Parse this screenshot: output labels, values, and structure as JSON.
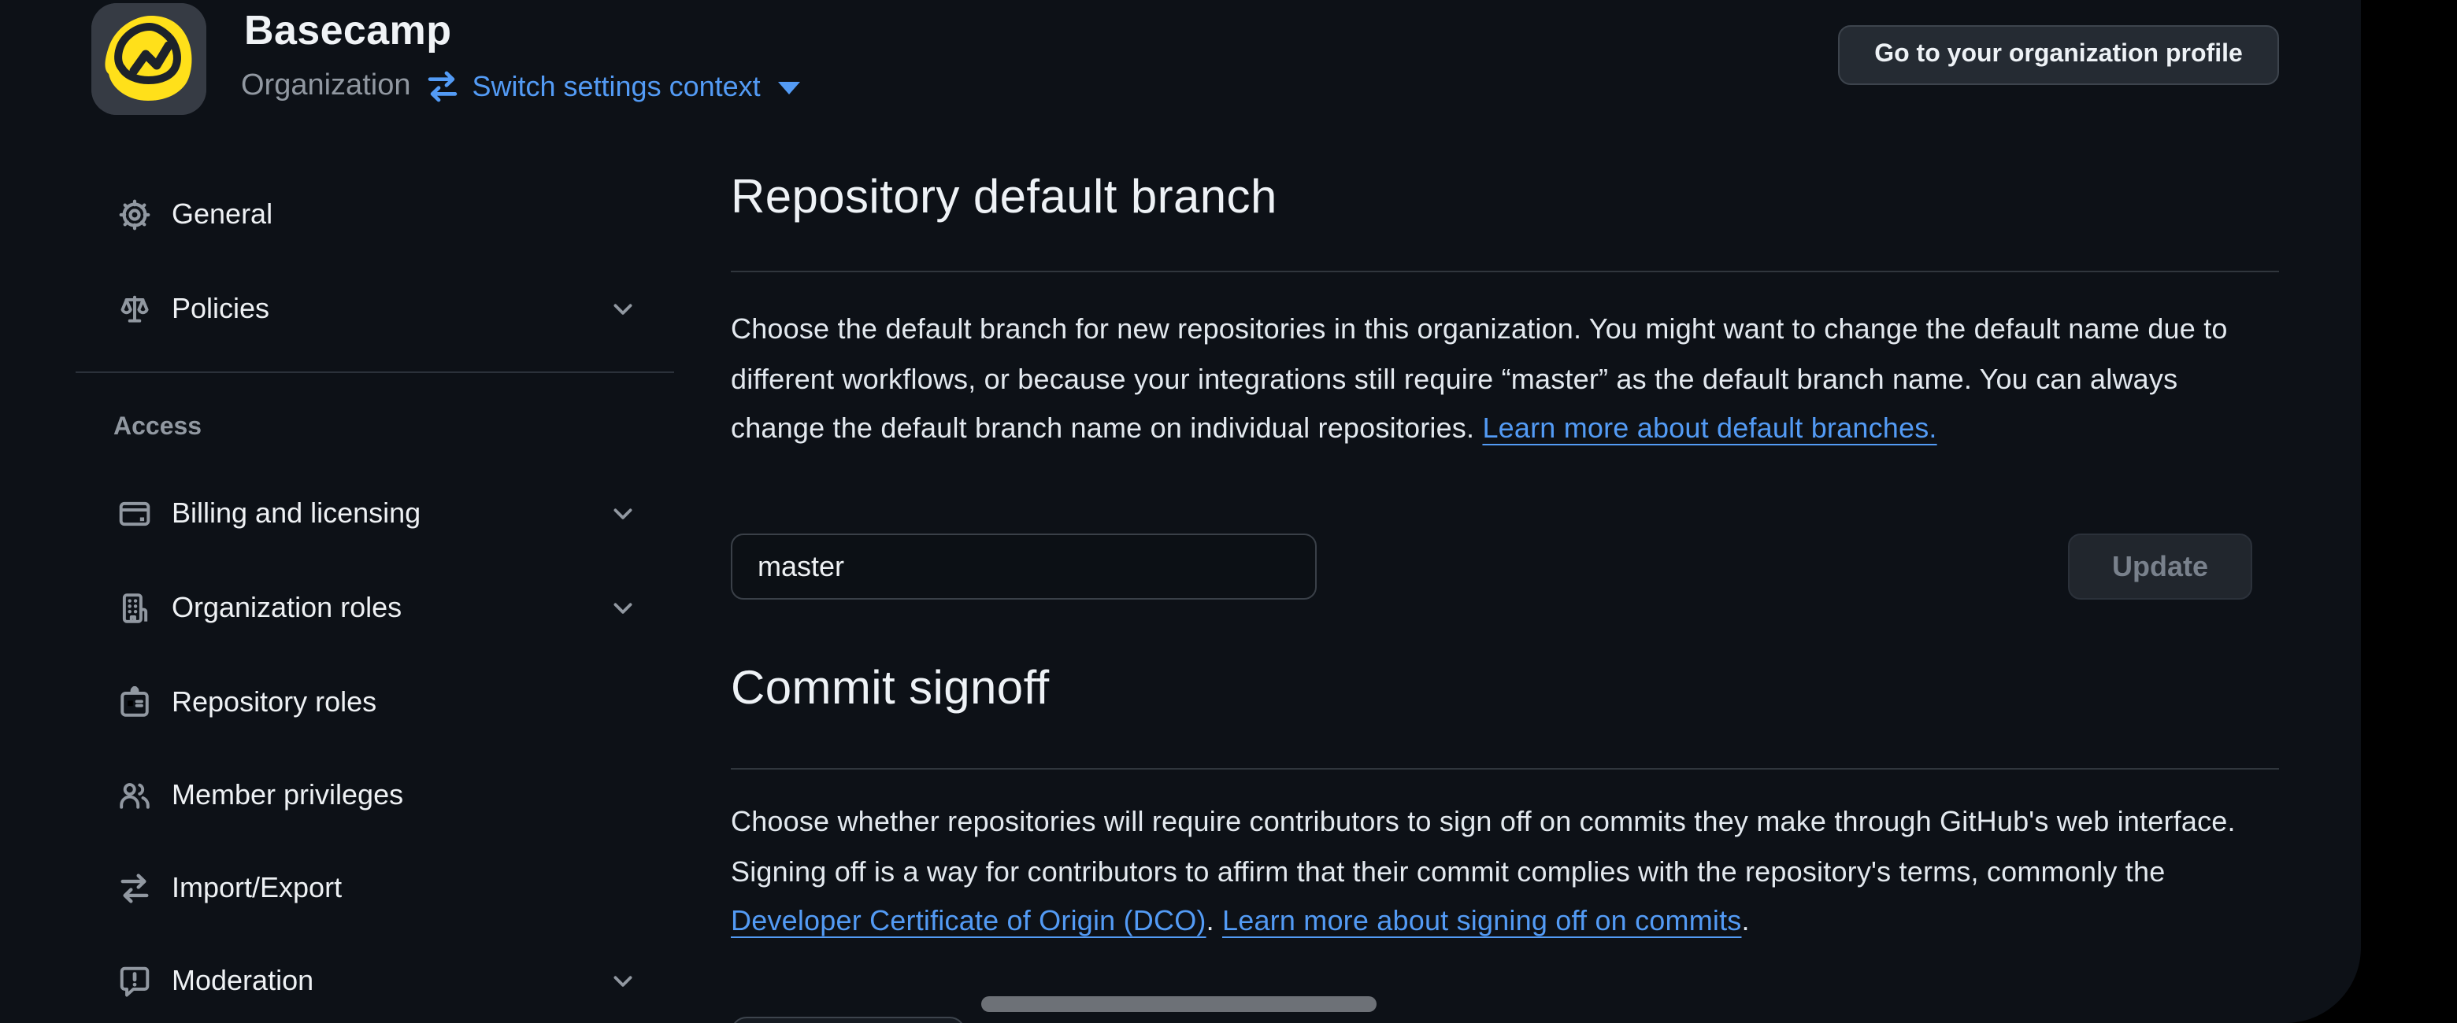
{
  "header": {
    "org_name": "Basecamp",
    "org_type": "Organization",
    "switch_context_label": "Switch settings context",
    "profile_button_label": "Go to your organization profile",
    "avatar_icon": "basecamp-logo"
  },
  "sidebar": {
    "section_label": "Access",
    "items": [
      {
        "label": "General",
        "icon": "gear",
        "chevron": false
      },
      {
        "label": "Policies",
        "icon": "law",
        "chevron": true
      },
      {
        "label": "Billing and licensing",
        "icon": "credit-card",
        "chevron": true
      },
      {
        "label": "Organization roles",
        "icon": "organization",
        "chevron": true
      },
      {
        "label": "Repository roles",
        "icon": "id-badge",
        "chevron": false
      },
      {
        "label": "Member privileges",
        "icon": "people",
        "chevron": false
      },
      {
        "label": "Import/Export",
        "icon": "arrow-switch",
        "chevron": false
      },
      {
        "label": "Moderation",
        "icon": "report",
        "chevron": true
      }
    ]
  },
  "main": {
    "default_branch": {
      "heading": "Repository default branch",
      "description": "Choose the default branch for new repositories in this organization. You might want to change the default name due to different workflows, or because your integrations still require “master” as the default branch name. You can always change the default branch name on individual repositories. ",
      "learn_more_link": "Learn more about default branches.",
      "input_value": "master",
      "update_label": "Update"
    },
    "commit_signoff": {
      "heading": "Commit signoff",
      "description_part1": "Choose whether repositories will require contributors to sign off on commits they make through GitHub's web interface. Signing off is a way for contributors to affirm that their commit complies with the repository's terms, commonly the ",
      "dco_link": "Developer Certificate of Origin (DCO)",
      "separator": ". ",
      "learn_more_link": "Learn more about signing off on commits",
      "period": "."
    }
  },
  "colors": {
    "canvas": "#0d1117",
    "outside": "#000000",
    "accent_link": "#539bf5",
    "text_primary": "#eef1f4",
    "text_muted": "#9198a1",
    "border": "#3d444d",
    "button_bg": "#252b33",
    "logo_yellow": "#ffe01a",
    "scrollbar_thumb": "#6d7177"
  }
}
